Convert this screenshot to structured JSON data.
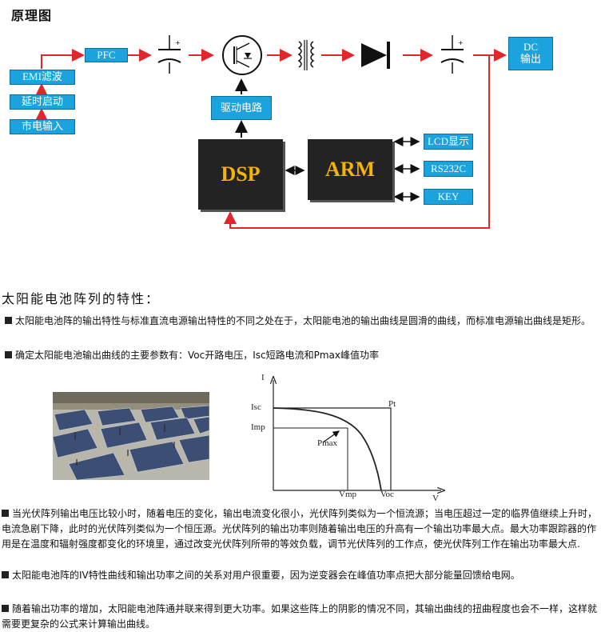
{
  "diagram": {
    "heading": "原理图",
    "dc_output": "DC\n输出",
    "pfc": "PFC",
    "emi": "EMI滤波",
    "delay_start": "延时启动",
    "mains_input": "市电输入",
    "drive_circuit": "驱动电路",
    "dsp": "DSP",
    "arm": "ARM",
    "lcd": "LCD显示",
    "rs232": "RS232C",
    "key": "KEY",
    "arrow_color": "#e3262b",
    "box_color": "#1aa3dc"
  },
  "section": {
    "heading": "太阳能电池阵列的特性：",
    "p1": "太阳能电池阵的输出特性与标准直流电源输出特性的不同之处在于，太阳能电池的输出曲线是圆滑的曲线，而标准电源输出曲线是矩形。",
    "p2": "确定太阳能电池输出曲线的主要参数有：Voc开路电压，Isc短路电流和Pmax峰值功率",
    "p3": "当光伏阵列输出电压比较小时，随着电压的变化，输出电流变化很小，光伏阵列类似为一个恒流源；当电压超过一定的临界值继续上升时，电流急剧下降，此时的光伏阵列类似为一个恒压源。光伏阵列的输出功率则随着输出电压的升高有一个输出功率最大点。最大功率跟踪器的作用是在温度和辐射强度都变化的环境里，通过改变光伏阵列所带的等效负载，调节光伏阵列的工作点，使光伏阵列工作在输出功率最大点.",
    "p4": "太阳能电池阵的IV特性曲线和输出功率之间的关系对用户很重要，因为逆变器会在峰值功率点把大部分能量回馈给电网。",
    "p5": "随着输出功率的增加，太阳能电池阵通并联来得到更大功率。如果这些阵上的阴影的情况不同，其输出曲线的扭曲程度也会不一样，这样就需要更复杂的公式来计算输出曲线。"
  },
  "iv_chart": {
    "y_axis": "I",
    "x_axis": "V",
    "isc": "Isc",
    "imp": "Imp",
    "pt": "Pt",
    "pmax": "Pmax",
    "vmp": "Vmp",
    "voc": "Voc"
  },
  "photo": {
    "subject": "solar panel array photo"
  }
}
